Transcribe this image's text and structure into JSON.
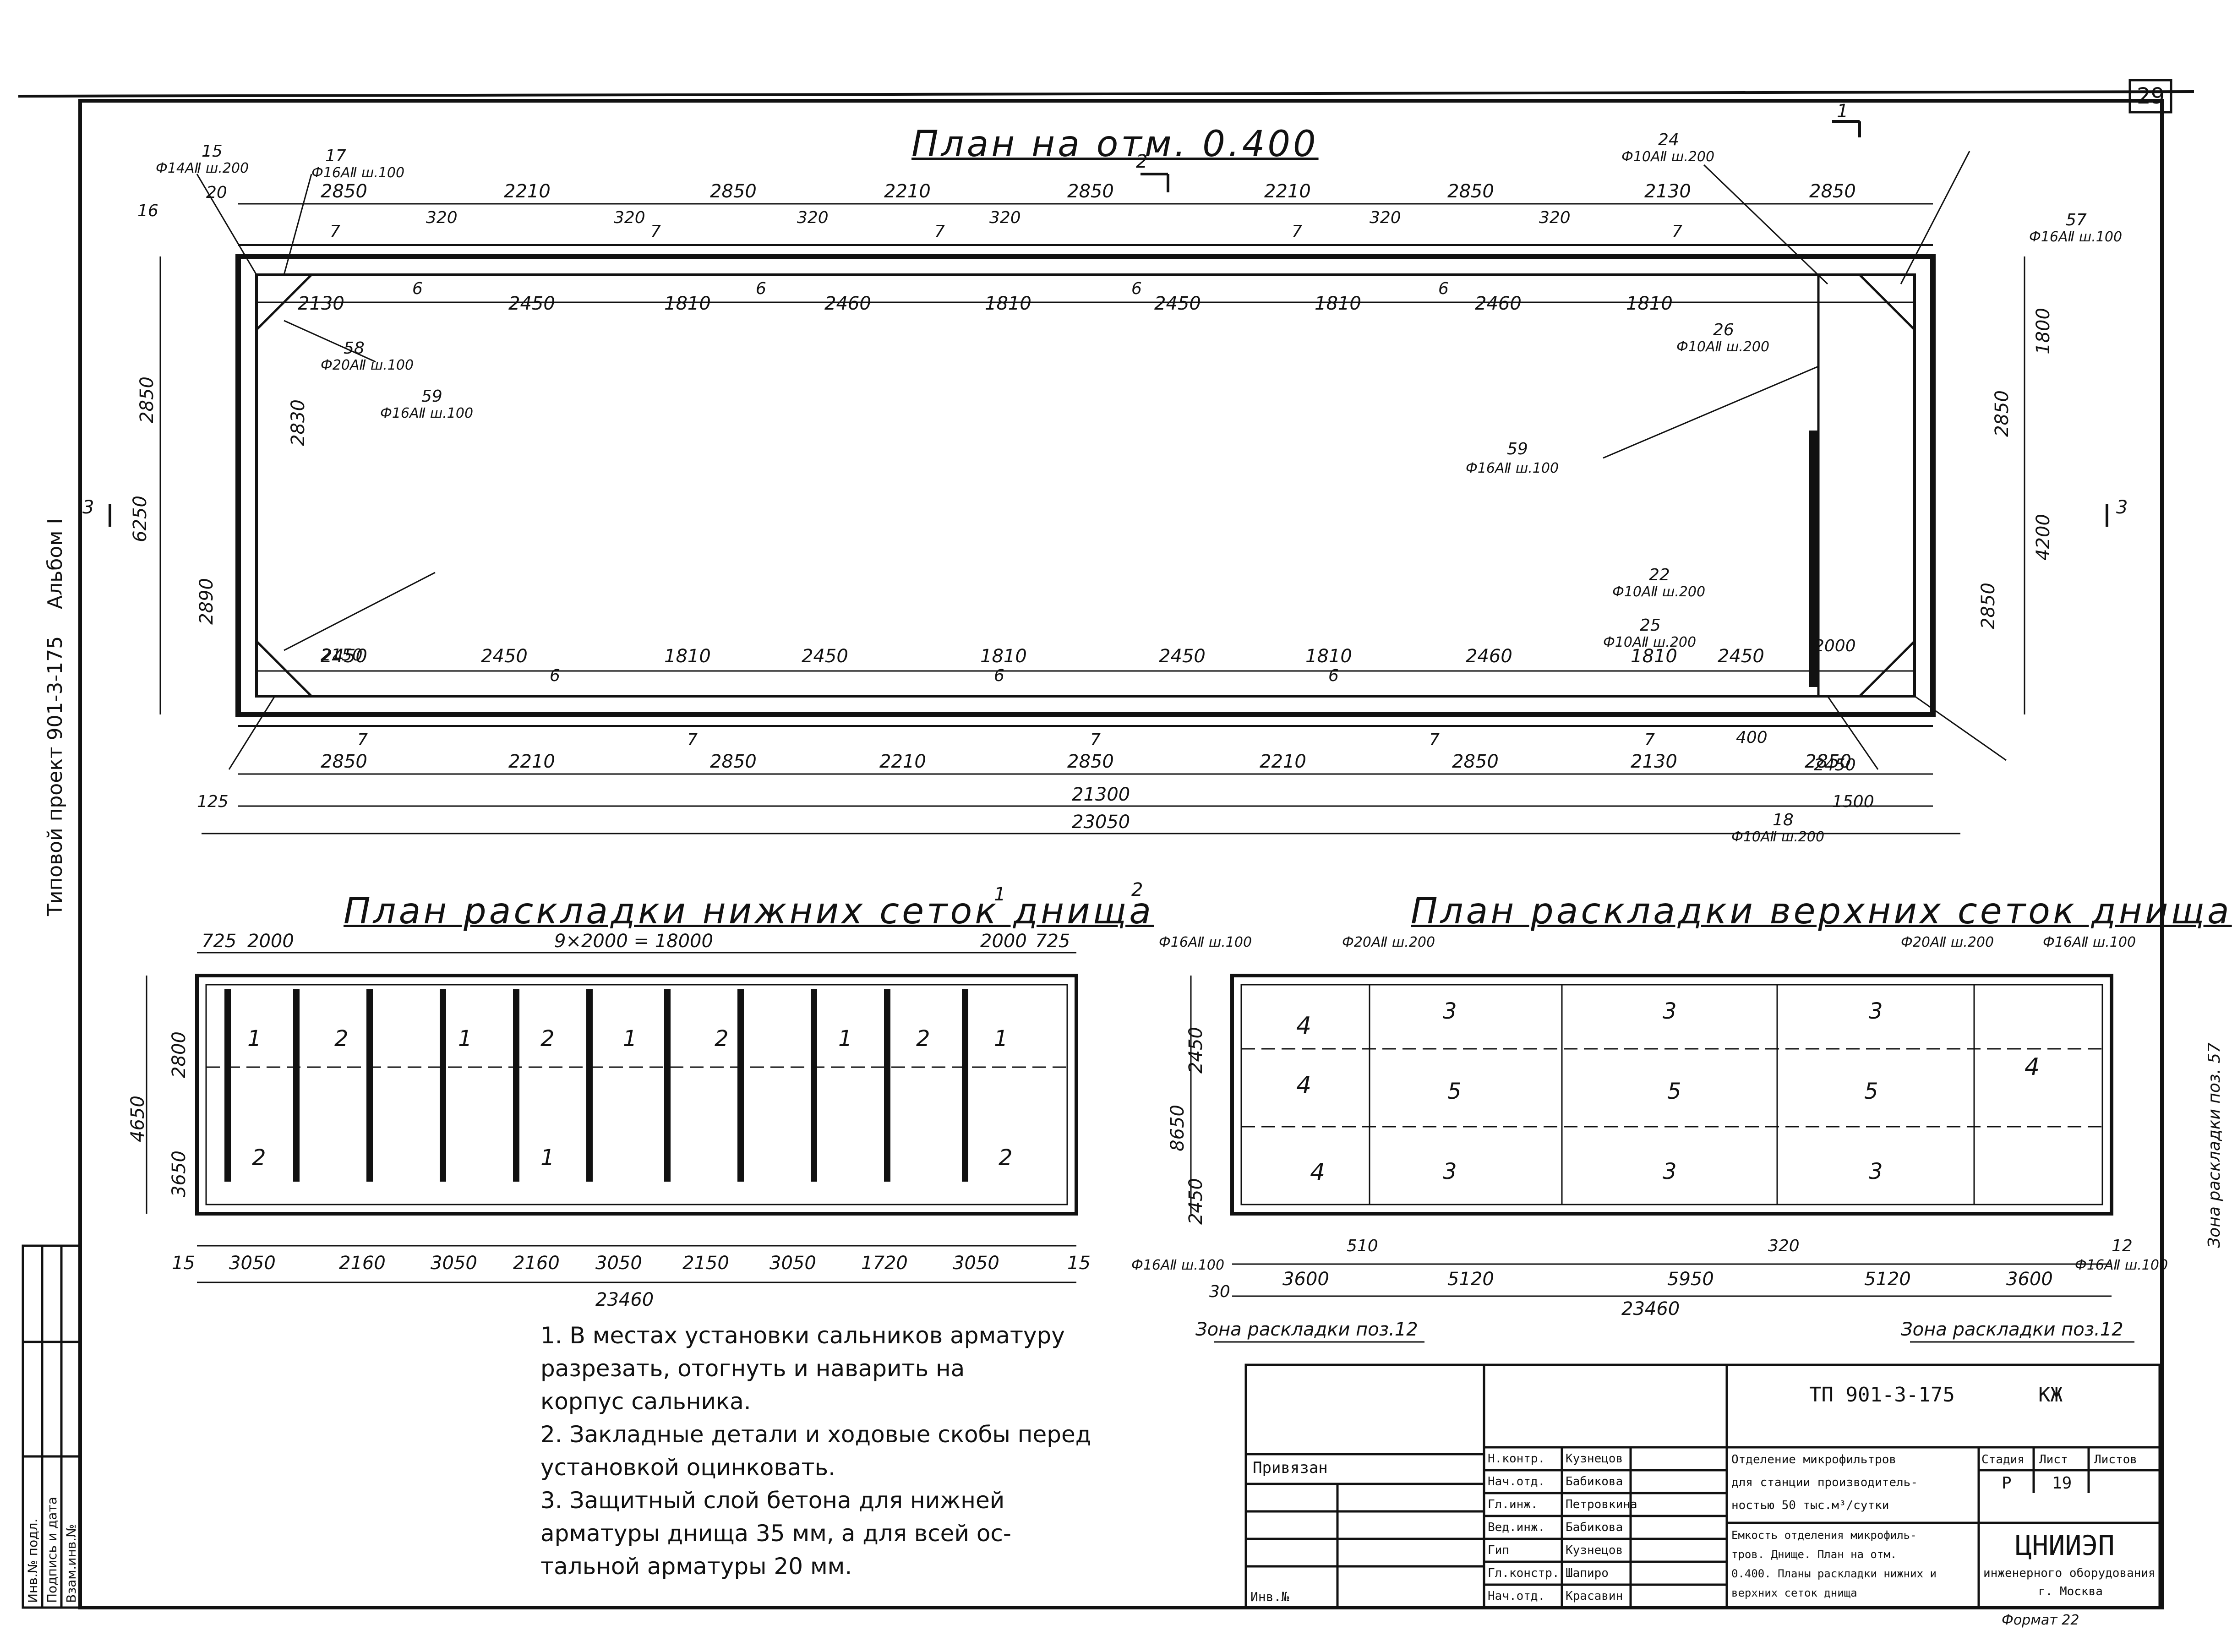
{
  "sheet": {
    "number": "29",
    "album_label": "Альбом I",
    "side_label": "Типовой проект 901-3-175",
    "stamp_labels": [
      "Инв.№ подл.",
      "Подпись и дата",
      "Взам.инв.№"
    ]
  },
  "plan_top": {
    "title": "План на отм. 0.400",
    "section_marks": [
      "1",
      "1",
      "2",
      "2",
      "3",
      "3"
    ],
    "dims_top": [
      "2850",
      "2210",
      "2850",
      "2210",
      "2850",
      "2210",
      "2850",
      "2130",
      "2850"
    ],
    "dims_inner_top": [
      "2130",
      "2450",
      "1810",
      "2460",
      "1810",
      "2450",
      "1810",
      "2460",
      "1810"
    ],
    "dims_bottom": [
      "2850",
      "2210",
      "2850",
      "2210",
      "2850",
      "2210",
      "2850",
      "2130",
      "2850"
    ],
    "dims_inner_bottom": [
      "2450",
      "2450",
      "1810",
      "2450",
      "1810",
      "2450",
      "1810",
      "2460",
      "1810",
      "2450"
    ],
    "overall": [
      "21300",
      "23050"
    ],
    "left_dims": [
      "6250",
      "2850",
      "2890",
      "2830"
    ],
    "right_dims": [
      "4200",
      "2850",
      "2850",
      "1800"
    ],
    "mark_7": "7",
    "mark_6": "6",
    "mark_320": "320",
    "callouts": [
      {
        "pos": "15",
        "rebar": "Ф14АⅡ ш.200"
      },
      {
        "pos": "17",
        "rebar": "Ф16АⅡ ш.100"
      },
      {
        "pos": "58",
        "rebar": "Ф20АⅡ ш.100"
      },
      {
        "pos": "59",
        "rebar": "Ф16АⅡ ш.100"
      },
      {
        "pos": "24",
        "rebar": "Ф10АⅡ ш.200"
      },
      {
        "pos": "18",
        "rebar": "Ф10АⅡ ш.200"
      },
      {
        "pos": "26",
        "rebar": "Ф10АⅡ ш.200"
      },
      {
        "pos": "25",
        "rebar": "Ф10АⅡ ш.200"
      },
      {
        "pos": "22",
        "rebar": "Ф10АⅡ ш.200"
      },
      {
        "pos": "57",
        "rebar": "Ф16АⅡ ш.100"
      }
    ],
    "misc_numbers": [
      "16",
      "20",
      "125",
      "1500",
      "2000",
      "400",
      "2450",
      "2150"
    ]
  },
  "plan_bottom_lower": {
    "title": "План раскладки нижних сеток днища",
    "dims_top": [
      "725",
      "2000",
      "9×2000 = 18000",
      "2000",
      "725"
    ],
    "dims_bottom": [
      "15",
      "3050",
      "2160",
      "3050",
      "2160",
      "3050",
      "2150",
      "3050",
      "1720",
      "3050",
      "15"
    ],
    "overall": "23460",
    "left_dims": [
      "4650",
      "3650",
      "2800"
    ],
    "mesh_marks": [
      "1",
      "2",
      "1",
      "2",
      "1",
      "2",
      "1",
      "2",
      "1",
      "2",
      "1",
      "2"
    ]
  },
  "plan_bottom_upper": {
    "title": "План раскладки верхних сеток днища",
    "dims_bottom": [
      "3600",
      "5120",
      "5950",
      "5120",
      "3600"
    ],
    "dims_misc": [
      "320",
      "510",
      "30",
      "12"
    ],
    "overall": "23460",
    "left_dims": [
      "8650",
      "2450",
      "2450"
    ],
    "mesh_marks": [
      "3",
      "3",
      "3",
      "3",
      "3",
      "3",
      "4",
      "4",
      "4",
      "4",
      "5",
      "5",
      "5"
    ],
    "rebar_left_top": "Ф16АⅡ ш.100",
    "rebar_left_top2": "Ф20АⅡ ш.200",
    "rebar_right_top": "Ф20АⅡ ш.200",
    "rebar_right_top2": "Ф16АⅡ ш.100",
    "rebar_left_bot": "Ф16АⅡ ш.100",
    "rebar_right_bot": "Ф16АⅡ ш.100",
    "side_note": "Зона раскладки поз. 57",
    "zone_left": "Зона раскладки поз.12",
    "zone_right": "Зона раскладки поз.12"
  },
  "notes": [
    "1. В местах установки сальников арматуру",
    "разрезать, отогнуть и наварить на",
    "корпус сальника.",
    "2. Закладные детали и ходовые скобы перед",
    "установкой оцинковать.",
    "3. Защитный слой бетона для нижней",
    "арматуры днища 35 мм, а для всей ос-",
    "тальной арматуры 20 мм."
  ],
  "title_block": {
    "code": "ТП 901-3-175",
    "mark": "КЖ",
    "bound_label": "Привязан",
    "inv_label": "Инв.№",
    "staff": [
      {
        "role": "Н.контр.",
        "name": "Кузнецов"
      },
      {
        "role": "Нач.отд.",
        "name": "Бабикова"
      },
      {
        "role": "Гл.инж.",
        "name": "Петровкина"
      },
      {
        "role": "Вед.инж.",
        "name": "Бабикова"
      },
      {
        "role": "Гип",
        "name": "Кузнецов"
      },
      {
        "role": "Гл.констр.",
        "name": "Шапиро"
      },
      {
        "role": "Нач.отд.",
        "name": "Красавин"
      }
    ],
    "object": [
      "Отделение микрофильтров",
      "для станции производитель-",
      "ностью 50 тыс.м³/сутки"
    ],
    "sheet_name": [
      "Емкость отделения микрофиль-",
      "тров. Днище. План на отм.",
      "0.400. Планы раскладки нижних и",
      "верхних сеток днища"
    ],
    "stage_label": "Стадия",
    "list_label": "Лист",
    "lists_label": "Листов",
    "stage": "Р",
    "list": "19",
    "org": [
      "ЦНИИЭП",
      "инженерного оборудования",
      "г. Москва"
    ],
    "format": "Формат 22"
  }
}
